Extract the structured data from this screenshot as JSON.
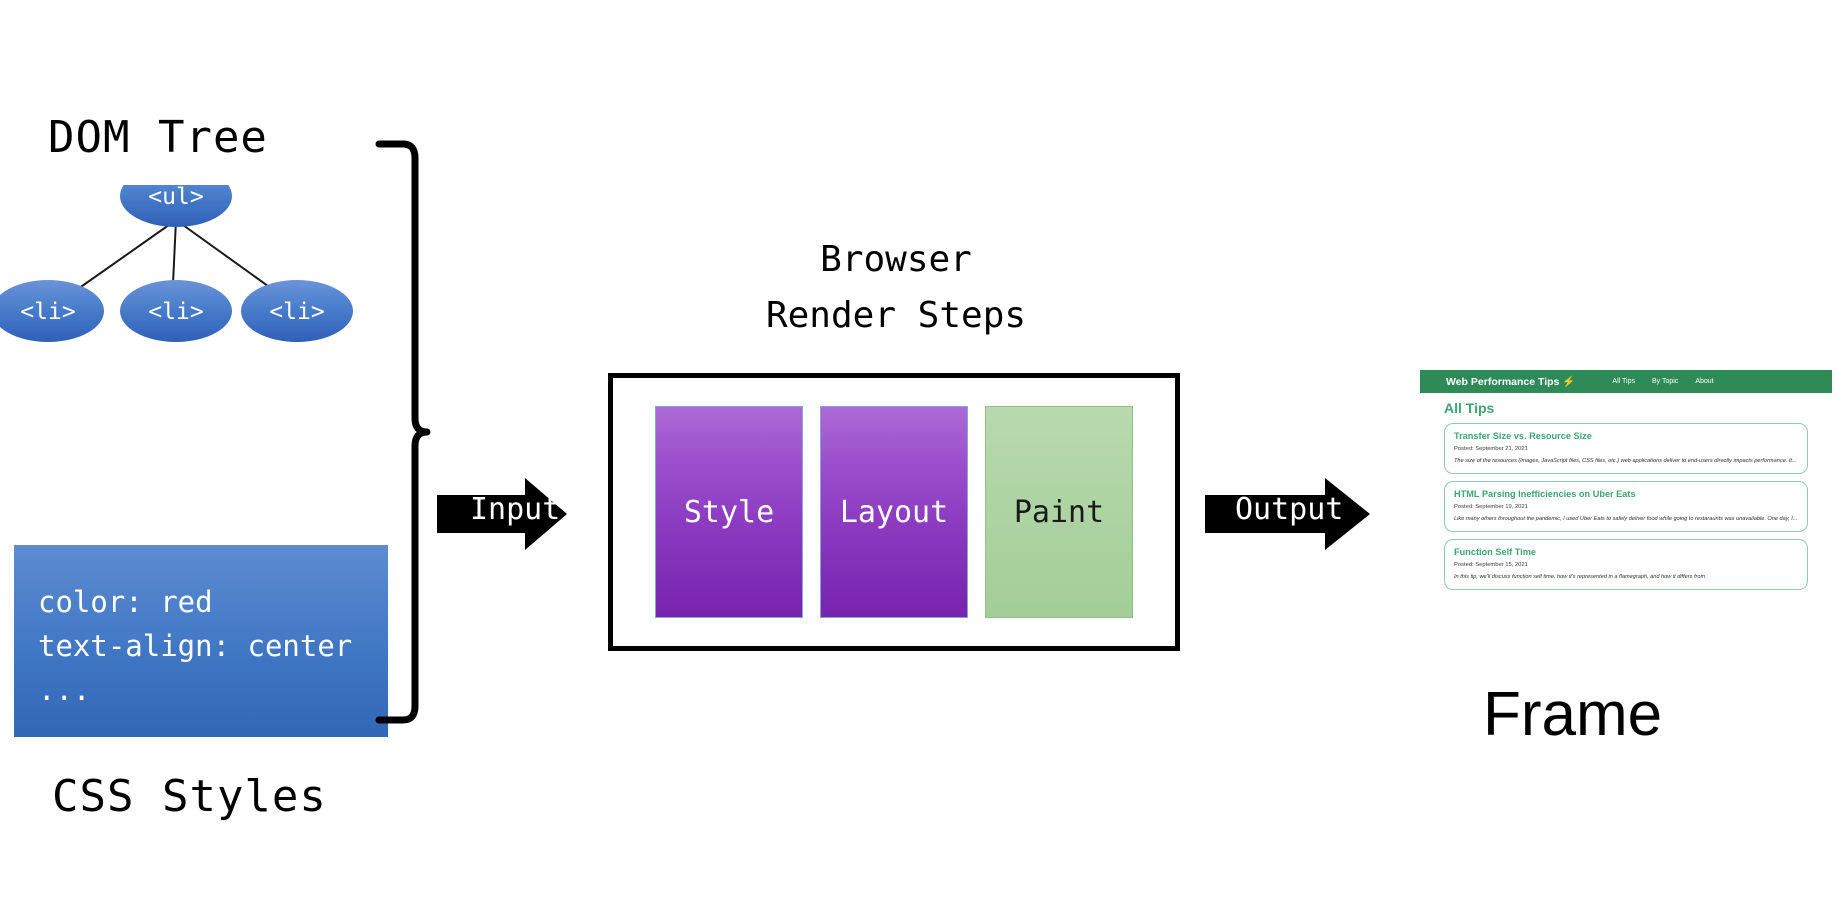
{
  "diagram": {
    "dom_tree": {
      "label": "DOM Tree",
      "root_node": "<ul>",
      "child_nodes": [
        "<li>",
        "<li>",
        "<li>"
      ]
    },
    "css_styles": {
      "label": "CSS Styles",
      "lines": [
        "color: red",
        "text-align: center",
        "..."
      ],
      "block_color": "#4077c4"
    },
    "arrows": {
      "input_label": "Input",
      "output_label": "Output",
      "arrow_color": "#000000"
    },
    "render": {
      "title": "Browser\nRender Steps",
      "steps": [
        {
          "label": "Style",
          "color": "#8735bd"
        },
        {
          "label": "Layout",
          "color": "#8735bd"
        },
        {
          "label": "Paint",
          "color": "#a8d0a0"
        }
      ]
    },
    "frame": {
      "label": "Frame",
      "nav": {
        "brand": "Web Performance Tips",
        "brand_icon": "lightning-bolt-icon",
        "brand_icon_glyph": "⚡",
        "links": [
          "All Tips",
          "By Topic",
          "About"
        ],
        "bar_color": "#2e8b57"
      },
      "heading": "All Tips",
      "accent_color": "#3aa76d",
      "cards": [
        {
          "title": "Transfer Size vs. Resource Size",
          "date": "Posted: September 21, 2021",
          "excerpt": "The size of the resources (images, JavaScript files, CSS files, etc.) web applications deliver to end-users directly impacts performance. It..."
        },
        {
          "title": "HTML Parsing Inefficiencies on Uber Eats",
          "date": "Posted: September 19, 2021",
          "excerpt": "Like many others throughout the pandemic, I used Uber Eats to safely deliver food while going to restaraunts was unavailable. One day, I..."
        },
        {
          "title": "Function Self Time",
          "date": "Posted: September 15, 2021",
          "excerpt": "In this tip, we'll discuss function self time, how it's represented in a flamegraph, and how it differs from"
        }
      ]
    }
  }
}
